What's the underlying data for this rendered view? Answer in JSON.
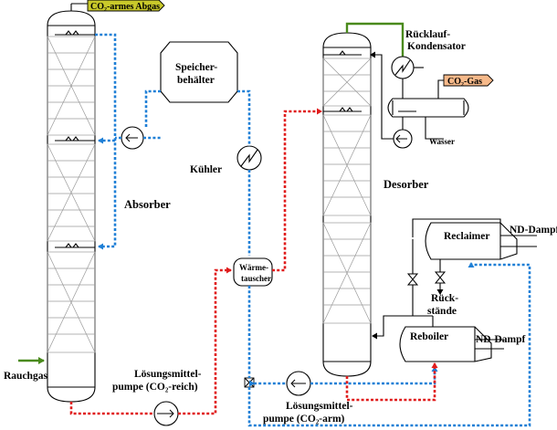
{
  "labels": {
    "lean_offgas": "CO₂-armes Abgas",
    "flue_gas": "Rauchgas",
    "absorber": "Absorber",
    "desorber": "Desorber",
    "reflux_condenser_1": "Rücklauf-",
    "reflux_condenser_2": "Kondensator",
    "co2_gas": "CO₂-Gas",
    "water": "Wasser",
    "storage_tank_1": "Speicher-",
    "storage_tank_2": "behälter",
    "cooler": "Kühler",
    "heat_exchanger_1": "Wärme-",
    "heat_exchanger_2": "tauscher",
    "rich_pump_1": "Lösungsmittel-",
    "rich_pump_2": "pumpe (CO₂-reich)",
    "lean_pump_1": "Lösungsmittel-",
    "lean_pump_2": "pumpe (CO₂-arm)",
    "reboiler": "Reboiler",
    "steam_reboiler": "ND-Dampf",
    "reclaimer": "Reclaimer",
    "steam_reclaimer": "ND-Dampf",
    "residue_1": "Rück-",
    "residue_2": "stände"
  },
  "colors": {
    "rich_solvent": "#e01b1b",
    "lean_solvent": "#1e7fd6",
    "gas": "#4a8a1c",
    "offgas_tag": "#c9c92a",
    "co2_tag": "#f6b98a"
  }
}
